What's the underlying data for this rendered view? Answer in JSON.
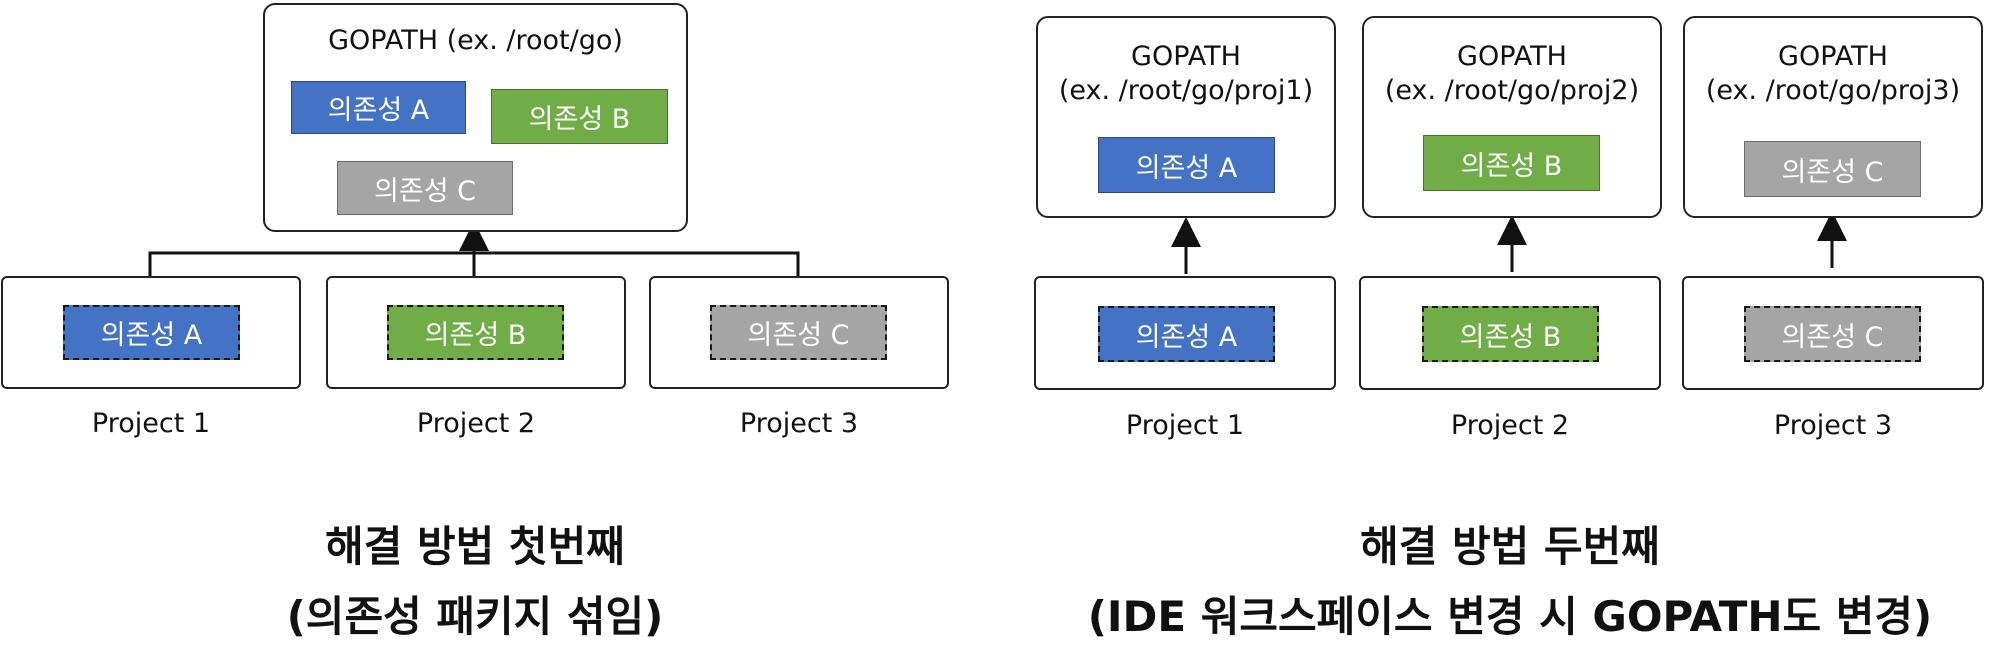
{
  "left": {
    "gopath_title": "GOPATH (ex. /root/go)",
    "gopath_deps": [
      "의존성 A",
      "의존성 B",
      "의존성 C"
    ],
    "projects": [
      {
        "dep": "의존성 A",
        "label": "Project 1"
      },
      {
        "dep": "의존성 B",
        "label": "Project 2"
      },
      {
        "dep": "의존성 C",
        "label": "Project 3"
      }
    ],
    "heading_line1": "해결 방법 첫번째",
    "heading_line2": "(의존성 패키지 섞임)"
  },
  "right": {
    "gopaths": [
      {
        "title_line1": "GOPATH",
        "title_line2": "(ex. /root/go/proj1)",
        "dep": "의존성 A"
      },
      {
        "title_line1": "GOPATH",
        "title_line2": "(ex. /root/go/proj2)",
        "dep": "의존성 B"
      },
      {
        "title_line1": "GOPATH",
        "title_line2": "(ex. /root/go/proj3)",
        "dep": "의존성 C"
      }
    ],
    "projects": [
      {
        "dep": "의존성 A",
        "label": "Project 1"
      },
      {
        "dep": "의존성 B",
        "label": "Project 2"
      },
      {
        "dep": "의존성 C",
        "label": "Project 3"
      }
    ],
    "heading_line1": "해결 방법 두번째",
    "heading_line2": "(IDE 워크스페이스 변경 시 GOPATH도 변경)"
  },
  "colors": {
    "blue": "#4472c4",
    "green": "#70ad47",
    "gray": "#a5a5a5"
  }
}
